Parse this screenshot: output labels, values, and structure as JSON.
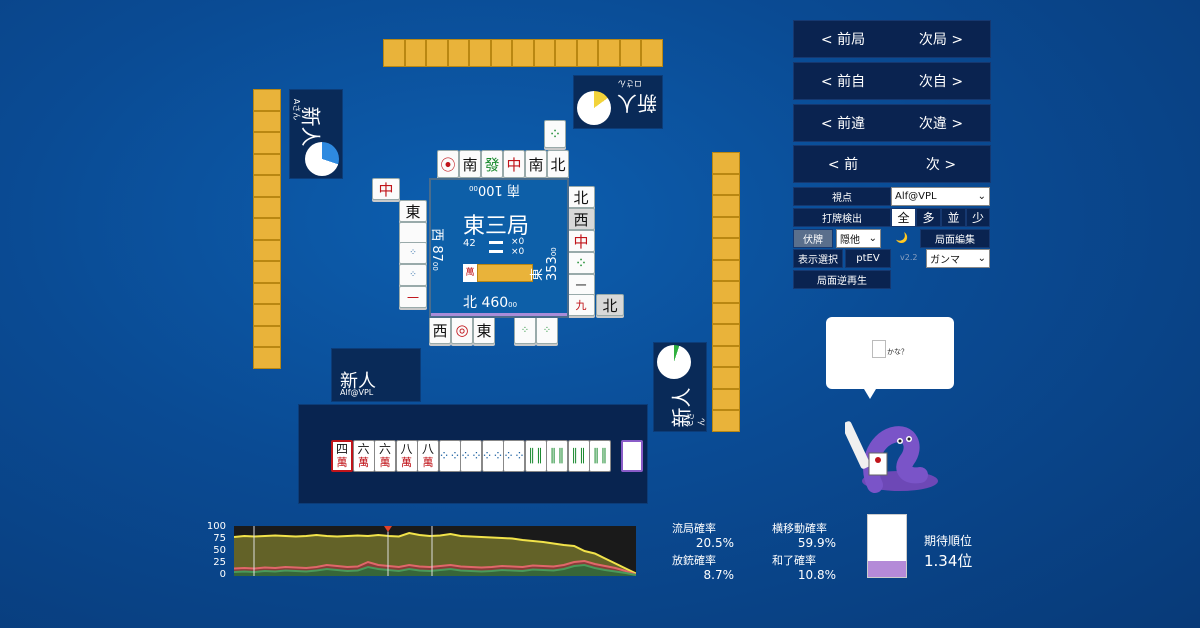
{
  "players": {
    "top": {
      "name": "新人",
      "sub": "ロさん",
      "pie": 0.15
    },
    "left": {
      "name": "新人",
      "sub": "Aさん",
      "pie": 0.3
    },
    "right": {
      "name": "新人",
      "sub": "Cさん",
      "pie": 0.05
    },
    "self": {
      "name": "新人",
      "sub": "Alf@VPL"
    }
  },
  "center": {
    "round": "東三局",
    "honba": "42",
    "kyotaku_a": "×0",
    "kyotaku_b": "×0",
    "score_top": "南 100",
    "score_left": "西 87",
    "score_right": "東 353",
    "score_bottom": "北 460",
    "score_suffix": "00"
  },
  "nav": {
    "row1": {
      "prev": "< 前局",
      "next": "次局 >"
    },
    "row2": {
      "prev": "< 前自",
      "next": "次自 >"
    },
    "row3": {
      "prev": "< 前違",
      "next": "次違 >"
    },
    "row4": {
      "prev": "< 前",
      "next": "次 >"
    }
  },
  "controls": {
    "viewpoint_label": "視点",
    "viewpoint_value": "Alf@VPL",
    "detect_label": "打牌検出",
    "detect_options": [
      "全",
      "多",
      "並",
      "少"
    ],
    "fuse_label": "伏牌",
    "fuse_value": "隠他",
    "moon": "🌙",
    "edit_label": "局面編集",
    "display_label": "表示選択",
    "display_value": "ptEV",
    "version": "v2.2",
    "gamma_value": "ガンマ",
    "replay_label": "局面逆再生"
  },
  "bubble": {
    "text": "かな？"
  },
  "chart": {
    "y_ticks": [
      "100",
      "75",
      "50",
      "25",
      "0"
    ]
  },
  "chart_data": {
    "type": "area",
    "ylim": [
      0,
      100
    ],
    "x": [
      0,
      1,
      2,
      3,
      4,
      5,
      6,
      7,
      8,
      9,
      10,
      11,
      12,
      13,
      14,
      15,
      16,
      17,
      18,
      19,
      20,
      21,
      22,
      23,
      24,
      25,
      26,
      27,
      28,
      29,
      30,
      31,
      32,
      33,
      34,
      35,
      36,
      37,
      38,
      39
    ],
    "series": [
      {
        "color": "#f2e34a",
        "values": [
          78,
          80,
          79,
          80,
          81,
          80,
          79,
          80,
          82,
          80,
          79,
          80,
          81,
          80,
          82,
          80,
          79,
          86,
          82,
          80,
          81,
          84,
          80,
          79,
          78,
          77,
          76,
          75,
          72,
          70,
          68,
          65,
          62,
          60,
          50,
          45,
          35,
          25,
          15,
          5
        ]
      },
      {
        "color": "#e0676a",
        "values": [
          15,
          16,
          15,
          17,
          16,
          18,
          17,
          16,
          18,
          22,
          20,
          18,
          19,
          28,
          22,
          20,
          18,
          22,
          19,
          18,
          20,
          22,
          19,
          18,
          17,
          18,
          20,
          19,
          18,
          21,
          20,
          19,
          22,
          28,
          30,
          24,
          20,
          16,
          10,
          3
        ]
      },
      {
        "color": "#4a9a5a",
        "values": [
          8,
          9,
          8,
          10,
          9,
          11,
          10,
          9,
          11,
          14,
          12,
          10,
          11,
          18,
          14,
          12,
          10,
          14,
          11,
          10,
          12,
          14,
          11,
          10,
          9,
          10,
          12,
          11,
          10,
          13,
          12,
          11,
          14,
          20,
          22,
          16,
          12,
          9,
          6,
          2
        ]
      }
    ]
  },
  "stats": {
    "ryukyoku_label": "流局確率",
    "ryukyoku_value": "20.5%",
    "yoko_label": "横移動確率",
    "yoko_value": "59.9%",
    "hoju_label": "放銃確率",
    "hoju_value": "8.7%",
    "hora_label": "和了確率",
    "hora_value": "10.8%",
    "rank_label": "期待順位",
    "rank_value": "1.34位",
    "rank_fill": 0.26
  },
  "colors": {
    "accent": "#e9b33a",
    "panel": "#092a58",
    "bg": "#0a4b94"
  }
}
